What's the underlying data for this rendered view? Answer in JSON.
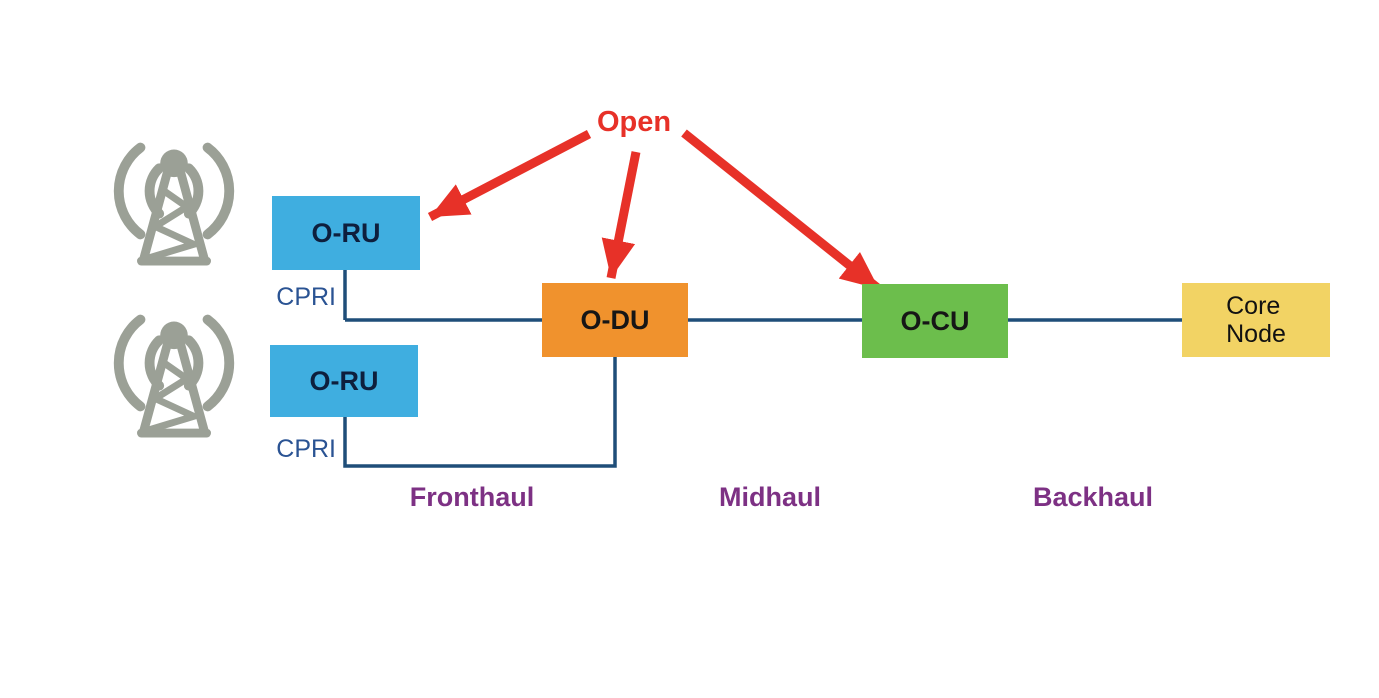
{
  "diagram": {
    "title_annotation": "Open",
    "nodes": {
      "oru_top": {
        "label": "O-RU"
      },
      "oru_bottom": {
        "label": "O-RU"
      },
      "odu": {
        "label": "O-DU"
      },
      "ocu": {
        "label": "O-CU"
      },
      "core": {
        "label_line1": "Core",
        "label_line2": "Node"
      }
    },
    "interface_labels": {
      "cpri_top": "CPRI",
      "cpri_bottom": "CPRI"
    },
    "segment_labels": {
      "fronthaul": "Fronthaul",
      "midhaul": "Midhaul",
      "backhaul": "Backhaul"
    },
    "icons": {
      "antenna_top": "antenna-tower-icon",
      "antenna_bottom": "antenna-tower-icon"
    },
    "colors": {
      "oru_fill": "#3FAEE0",
      "odu_fill": "#F0922D",
      "ocu_fill": "#6CBE4C",
      "core_fill": "#F2D364",
      "connector": "#1F4E79",
      "cpri_text": "#2A5393",
      "open_red": "#E73128",
      "segment_purple": "#7D3184",
      "antenna_gray": "#9BA096"
    }
  }
}
